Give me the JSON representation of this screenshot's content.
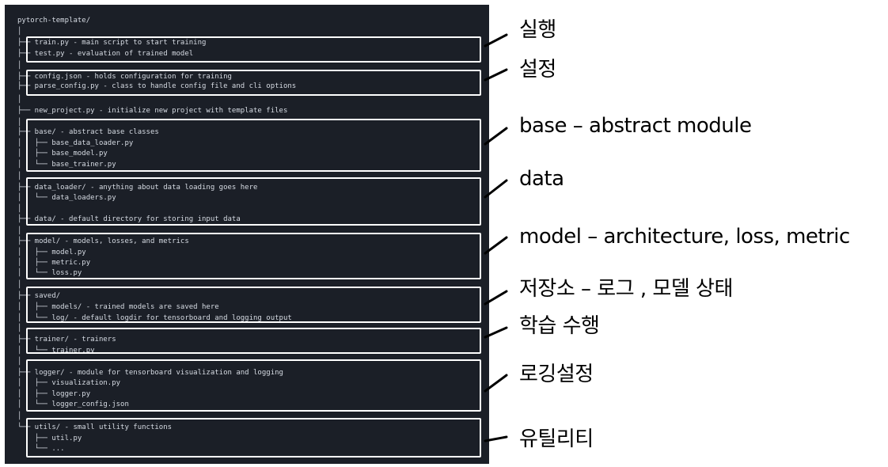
{
  "tree": {
    "lines": [
      "pytorch-template/",
      "│",
      "├── train.py - main script to start training",
      "├── test.py - evaluation of trained model",
      "│",
      "├── config.json - holds configuration for training",
      "├── parse_config.py - class to handle config file and cli options",
      "│",
      "├── new_project.py - initialize new project with template files",
      "│",
      "├── base/ - abstract base classes",
      "│   ├── base_data_loader.py",
      "│   ├── base_model.py",
      "│   └── base_trainer.py",
      "│",
      "├── data_loader/ - anything about data loading goes here",
      "│   └── data_loaders.py",
      "│",
      "├── data/ - default directory for storing input data",
      "│",
      "├── model/ - models, losses, and metrics",
      "│   ├── model.py",
      "│   ├── metric.py",
      "│   └── loss.py",
      "│",
      "├── saved/",
      "│   ├── models/ - trained models are saved here",
      "│   └── log/ - default logdir for tensorboard and logging output",
      "│",
      "├── trainer/ - trainers",
      "│   └── trainer.py",
      "│",
      "├── logger/ - module for tensorboard visualization and logging",
      "│   ├── visualization.py",
      "│   ├── logger.py",
      "│   └── logger_config.json",
      "│",
      "└── utils/ - small utility functions",
      "    ├── util.py",
      "    └── ..."
    ]
  },
  "annotations": [
    {
      "key": "run",
      "text": "실행"
    },
    {
      "key": "config",
      "text": "설정"
    },
    {
      "key": "base",
      "text": "base – abstract module"
    },
    {
      "key": "data",
      "text": "data"
    },
    {
      "key": "model",
      "text": "model – architecture, loss, metric"
    },
    {
      "key": "saved",
      "text": "저장소 – 로그 , 모델 상태"
    },
    {
      "key": "trainer",
      "text": "학습 수행"
    },
    {
      "key": "logger",
      "text": "로깅설정"
    },
    {
      "key": "utils",
      "text": "유틸리티"
    }
  ],
  "colors": {
    "panel_background": "#1b1f27",
    "code_text": "#d6dbe3",
    "highlight_box": "#ffffff",
    "label_text": "#000000",
    "pointer_line": "#000000"
  }
}
